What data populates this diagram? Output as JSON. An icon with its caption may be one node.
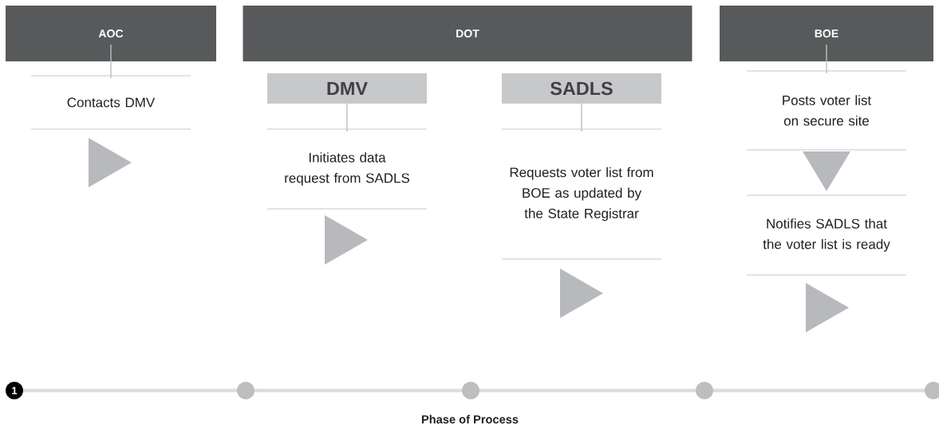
{
  "diagram": {
    "nodes": [
      {
        "text": [
          "AOC"
        ]
      },
      {
        "text": [
          "DOT"
        ]
      },
      {
        "text": [
          "BOE"
        ]
      },
      {
        "text": [
          "Contacts DMV"
        ]
      },
      {
        "text": [
          "DMV"
        ]
      },
      {
        "text": [
          "Initiates data request from SADLS"
        ]
      },
      {
        "text": [
          "SADLS"
        ]
      },
      {
        "text": [
          "Requests voter list from BOE as updated by the State Registrar"
        ]
      },
      {
        "text": [
          "Posts voter list on secure site"
        ]
      },
      {
        "text": [
          "Notifies SADLS that the voter list is ready"
        ]
      }
    ],
    "edges": [
      {
        "from": 0,
        "to": 3,
        "arrow": "none"
      },
      {
        "from": 4,
        "to": 5,
        "arrow": "none"
      },
      {
        "from": 6,
        "to": 7,
        "arrow": "none"
      },
      {
        "from": 2,
        "to": 8,
        "arrow": "none"
      },
      {
        "from": 8,
        "to": 9,
        "arrow": "to"
      }
    ],
    "labels": [
      "1",
      "Phase of Process"
    ]
  }
}
